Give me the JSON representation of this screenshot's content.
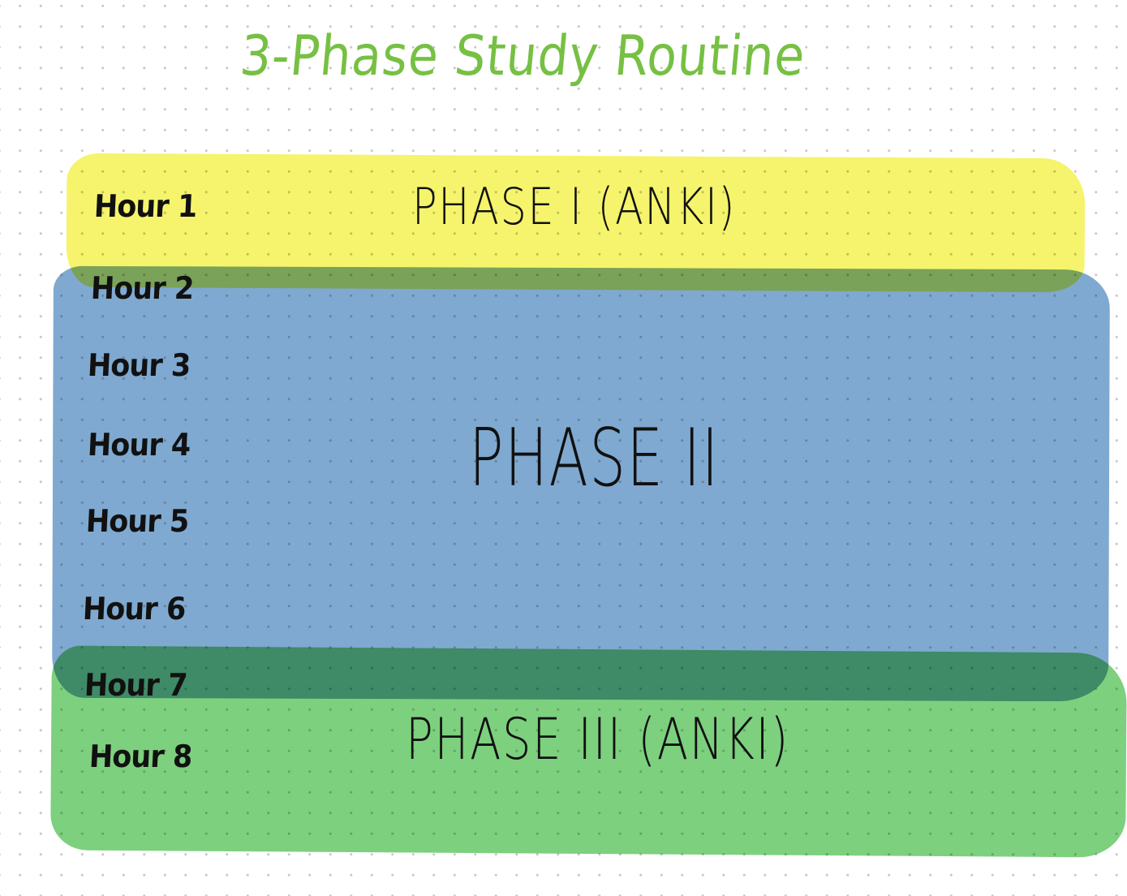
{
  "title": "3-Phase Study Routine",
  "colors": {
    "title": "#76c043",
    "phase_1": "#f5f46c",
    "phase_2": "#7fa9d0",
    "phase_3": "#7dd07e",
    "text": "#111111"
  },
  "phases": [
    {
      "label": "PHASE I (ANKI)",
      "hours": [
        "Hour 1"
      ]
    },
    {
      "label": "PHASE II",
      "hours": [
        "Hour 2",
        "Hour 3",
        "Hour 4",
        "Hour 5",
        "Hour 6",
        "Hour 7"
      ]
    },
    {
      "label": "PHASE III (ANKI)",
      "hours": [
        "Hour 8"
      ]
    }
  ],
  "hours": [
    "Hour 1",
    "Hour 2",
    "Hour 3",
    "Hour 4",
    "Hour 5",
    "Hour 6",
    "Hour 7",
    "Hour 8"
  ]
}
